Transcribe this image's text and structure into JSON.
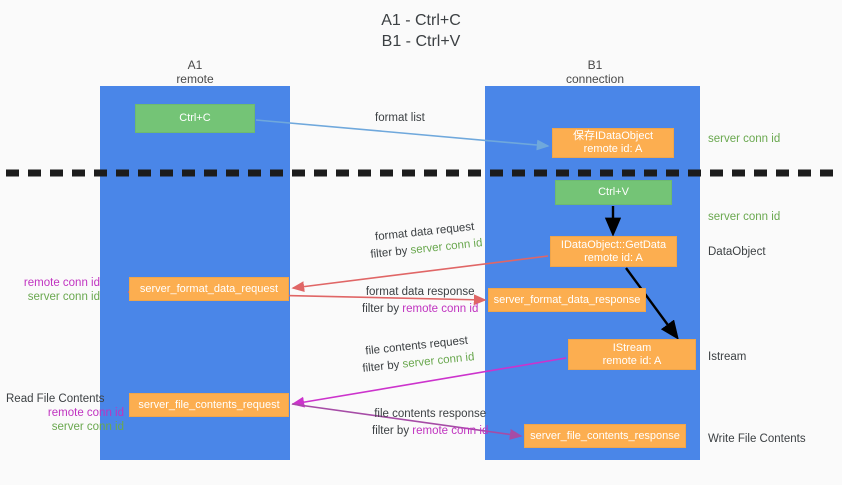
{
  "title": "A1 - Ctrl+C\nB1 - Ctrl+V",
  "columns": {
    "left": {
      "name": "A1",
      "role": "remote",
      "label": "A1\nremote"
    },
    "right": {
      "name": "B1",
      "role": "connection",
      "label": "B1\nconnection"
    }
  },
  "colors": {
    "lane": "#4a86e8",
    "green_node": "#74c476",
    "orange_node": "#fcae50",
    "server_conn_id": "#6aa84f",
    "remote_conn_id": "#c033c0",
    "arrow_blue": "#6fa8dc",
    "arrow_red": "#e06666",
    "arrow_magenta": "#cc33cc",
    "arrow_purple": "#a64ca6",
    "arrow_black": "#000000",
    "separator": "#1c1c1c",
    "background": "#fafafa"
  },
  "nodes": {
    "ctrl_c": {
      "line1": "Ctrl+C",
      "line2": ""
    },
    "save_idataobject": {
      "line1": "保存IDataObject",
      "line2": "remote id: A"
    },
    "ctrl_v": {
      "line1": "Ctrl+V",
      "line2": ""
    },
    "getdata": {
      "line1": "IDataObject::GetData",
      "line2": "remote id: A"
    },
    "istream": {
      "line1": "IStream",
      "line2": "remote id: A"
    },
    "server_format_data_request": {
      "line1": "server_format_data_request",
      "line2": ""
    },
    "server_format_data_response": {
      "line1": "server_format_data_response",
      "line2": ""
    },
    "server_file_contents_request": {
      "line1": "server_file_contents_request",
      "line2": ""
    },
    "server_file_contents_response": {
      "line1": "server_file_contents_response",
      "line2": ""
    }
  },
  "edge_labels": {
    "format_list": "format list",
    "format_data_request": {
      "title": "format data request",
      "filter_prefix": "filter by ",
      "filter_key": "server conn id"
    },
    "format_data_response": {
      "title": "format data response",
      "filter_prefix": "filter by ",
      "filter_key": "remote conn id"
    },
    "file_contents_request": {
      "title": "file contents request",
      "filter_prefix": "filter by ",
      "filter_key": "server conn id"
    },
    "file_contents_response": {
      "title": "file contents response",
      "filter_prefix": "filter by ",
      "filter_key": "remote conn id"
    }
  },
  "annotations": {
    "right": {
      "server_conn_id_top": "server conn id",
      "server_conn_id_mid": "server conn id",
      "dataobject": "DataObject",
      "istream": "Istream",
      "write_file_contents": "Write File Contents"
    },
    "left": {
      "remote_conn_id_upper": "remote conn id",
      "server_conn_id_upper": "server conn id",
      "read_file_contents": "Read File Contents",
      "remote_conn_id_lower": "remote conn id",
      "server_conn_id_lower": "server conn id"
    }
  }
}
